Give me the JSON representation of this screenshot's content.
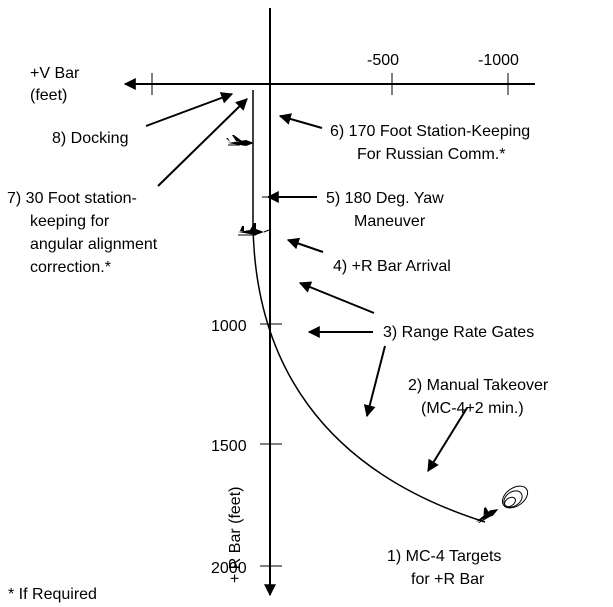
{
  "axes": {
    "v_bar_label": [
      "+V Bar",
      "(feet)"
    ],
    "r_bar_label": "+ R Bar (feet)",
    "v_ticks": [
      "-500",
      "-1000"
    ],
    "r_ticks": [
      "1000",
      "1500",
      "2000"
    ]
  },
  "labels": {
    "docking": "8) Docking",
    "station_keeping_30": [
      "7) 30 Foot station-",
      "keeping for",
      "angular alignment",
      "correction.*"
    ],
    "station_keeping_170": [
      "6) 170 Foot Station-Keeping",
      "For Russian Comm.*"
    ],
    "yaw_maneuver": [
      "5) 180 Deg. Yaw",
      "Maneuver"
    ],
    "r_bar_arrival": "4) +R Bar Arrival",
    "range_rate_gates": "3) Range Rate Gates",
    "manual_takeover": [
      "2) Manual Takeover",
      "(MC-4+2 min.)"
    ],
    "mc4_targets": [
      "1) MC-4 Targets",
      "for +R Bar"
    ]
  },
  "footnote": "* If Required",
  "icons": {
    "shuttle_docking": "shuttle-icon",
    "shuttle_yaw": "shuttle-icon",
    "shuttle_start": "shuttle-icon"
  },
  "colors": {
    "line": "#000000",
    "background": "#ffffff"
  }
}
